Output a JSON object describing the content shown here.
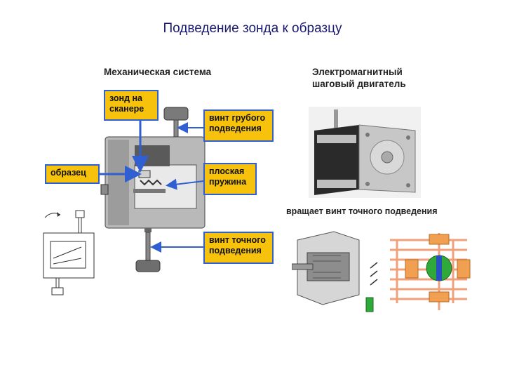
{
  "slide": {
    "title": "Подведение зонда к образцу"
  },
  "mechanical": {
    "heading": "Механическая система",
    "labels": {
      "probe": "зонд на сканере",
      "coarse_screw": "винт грубого подведения",
      "sample": "образец",
      "spring": "плоская пружина",
      "fine_screw": "винт точного подведения"
    }
  },
  "motor": {
    "heading": "Электромагнитный шаговый двигатель",
    "caption": "вращает винт точного подведения"
  },
  "colors": {
    "callout_fill": "#f6c20c",
    "callout_border": "#2f5fd0",
    "arrow": "#2f5fd0"
  }
}
